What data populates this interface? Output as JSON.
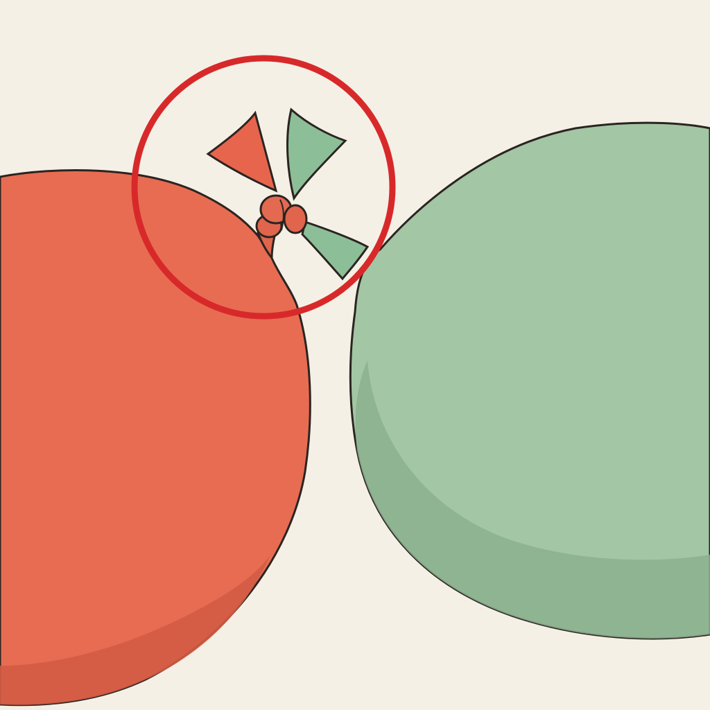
{
  "scene": {
    "background_color": "#f5f0e6",
    "outline_color": "#2b2421",
    "highlight_ring_color": "#d8292a",
    "balloons": [
      {
        "name": "red-balloon",
        "color": "#e86c52",
        "shade_color": "#d45c44"
      },
      {
        "name": "green-balloon",
        "color": "#a3c6a4",
        "shade_color": "#8cb08e"
      }
    ],
    "detail": "tied-knot"
  }
}
